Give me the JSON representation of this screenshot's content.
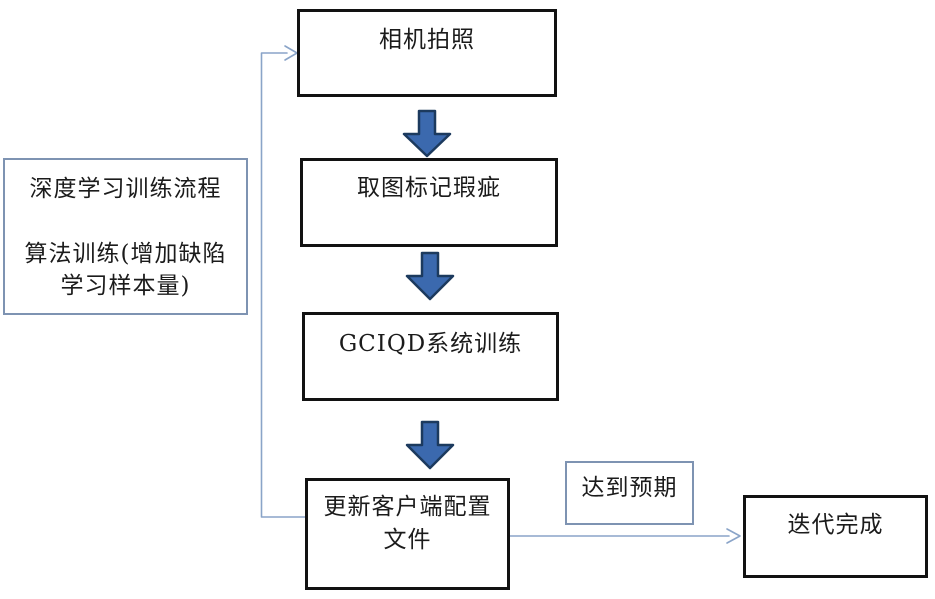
{
  "diagram": {
    "type": "flowchart",
    "description": "deep learning training loop flowchart"
  },
  "nodes": {
    "camera": {
      "label": "相机拍照"
    },
    "mark": {
      "label": "取图标记瑕疵"
    },
    "train": {
      "label": "GCIQD系统训练"
    },
    "update": {
      "line1": "更新客户端配置",
      "line2": "文件"
    },
    "expect": {
      "label": "达到预期"
    },
    "done": {
      "label": "迭代完成"
    },
    "note": {
      "line1": "深度学习训练流程",
      "line2": "算法训练(增加缺陷",
      "line3": "学习样本量)"
    }
  },
  "colors": {
    "arrow-fill": "#3b69ae",
    "arrow-stroke": "#1c3a5e",
    "connector": "#8aa4c8",
    "border-light": "#7e93b2",
    "border-dark": "#121212"
  }
}
